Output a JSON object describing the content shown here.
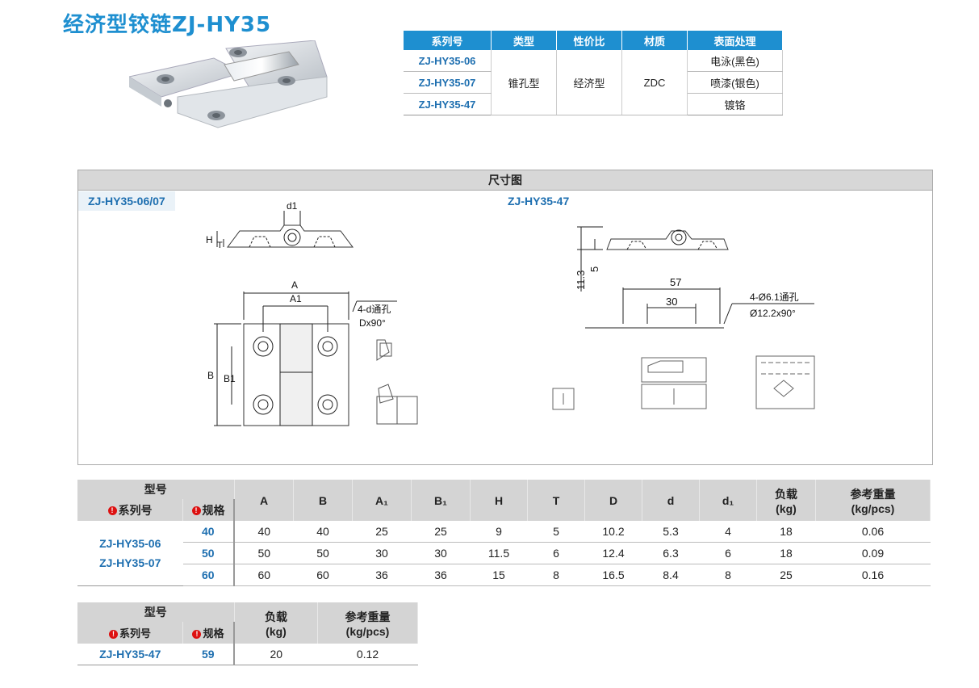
{
  "title": "经济型铰链ZJ-HY35",
  "spec_table": {
    "headers": [
      "系列号",
      "类型",
      "性价比",
      "材质",
      "表面处理"
    ],
    "models": [
      "ZJ-HY35-06",
      "ZJ-HY35-07",
      "ZJ-HY35-47"
    ],
    "type": "锥孔型",
    "value": "经济型",
    "material": "ZDC",
    "finishes": [
      "电泳(黑色)",
      "喷漆(银色)",
      "镀铬"
    ]
  },
  "drawing": {
    "title": "尺寸图",
    "left_label": "ZJ-HY35-06/07",
    "right_label": "ZJ-HY35-47",
    "left_dims": {
      "d1": "d1",
      "H": "H",
      "T": "T",
      "A": "A",
      "A1": "A1",
      "B": "B",
      "B1": "B1",
      "hole_note": "4-d通孔",
      "hole_note2": "Dx90°"
    },
    "right_dims": {
      "h1": "11.3",
      "t1": "5",
      "w1": "57",
      "w2": "30",
      "hole_note": "4-Ø6.1通孔",
      "hole_note2": "Ø12.2x90°"
    }
  },
  "size_table": {
    "group_header": "型号",
    "series_header": "系列号",
    "spec_header": "规格",
    "columns": [
      "A",
      "B",
      "A₁",
      "B₁",
      "H",
      "T",
      "D",
      "d",
      "d₁",
      "负载\n(kg)",
      "参考重量\n(kg/pcs)"
    ],
    "col_load": "负载",
    "col_load_unit": "(kg)",
    "col_weight": "参考重量",
    "col_weight_unit": "(kg/pcs)",
    "models": [
      "ZJ-HY35-06",
      "ZJ-HY35-07"
    ],
    "rows": [
      {
        "spec": "40",
        "values": [
          "40",
          "40",
          "25",
          "25",
          "9",
          "5",
          "10.2",
          "5.3",
          "4",
          "18",
          "0.06"
        ]
      },
      {
        "spec": "50",
        "values": [
          "50",
          "50",
          "30",
          "30",
          "11.5",
          "6",
          "12.4",
          "6.3",
          "6",
          "18",
          "0.09"
        ]
      },
      {
        "spec": "60",
        "values": [
          "60",
          "60",
          "36",
          "36",
          "15",
          "8",
          "16.5",
          "8.4",
          "8",
          "25",
          "0.16"
        ]
      }
    ]
  },
  "size_table2": {
    "group_header": "型号",
    "series_header": "系列号",
    "spec_header": "规格",
    "col_load": "负载",
    "col_load_unit": "(kg)",
    "col_weight": "参考重量",
    "col_weight_unit": "(kg/pcs)",
    "model": "ZJ-HY35-47",
    "spec": "59",
    "load": "20",
    "weight": "0.12"
  },
  "colors": {
    "accent": "#1e8fd0",
    "header_gray": "#d4d4d4",
    "marker": "#d11111"
  }
}
